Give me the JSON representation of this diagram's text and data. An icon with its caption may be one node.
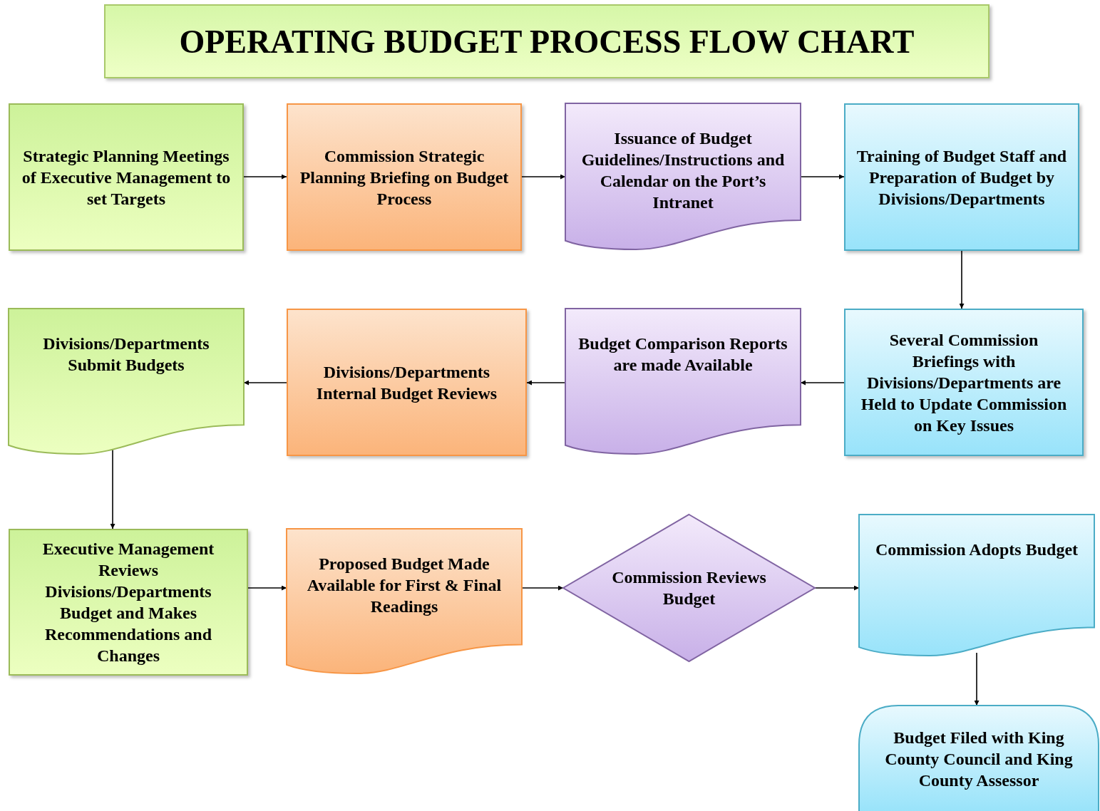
{
  "diagram": {
    "title": "OPERATING BUDGET PROCESS FLOW CHART",
    "nodes": [
      {
        "text": [
          "Strategic Planning Meetings of Executive Management to set Targets"
        ]
      },
      {
        "text": [
          "Commission Strategic Planning Briefing on Budget Process"
        ]
      },
      {
        "text": [
          "Issuance of Budget Guidelines/Instructions and Calendar on the Port’s Intranet"
        ]
      },
      {
        "text": [
          "Training of Budget Staff and Preparation of Budget by Divisions/Departments"
        ]
      },
      {
        "text": [
          "Several Commission Briefings with Divisions/Departments are Held to Update Commission on Key Issues"
        ]
      },
      {
        "text": [
          "Budget Comparison Reports are made Available"
        ]
      },
      {
        "text": [
          "Divisions/Departments Internal Budget Reviews"
        ]
      },
      {
        "text": [
          "Divisions/Departments Submit Budgets"
        ]
      },
      {
        "text": [
          "Executive Management Reviews Divisions/Departments Budget and Makes Recommendations and Changes"
        ]
      },
      {
        "text": [
          "Proposed Budget Made Available for First & Final Readings"
        ]
      },
      {
        "text": [
          "Commission Reviews Budget"
        ]
      },
      {
        "text": [
          "Commission Adopts Budget"
        ]
      },
      {
        "text": [
          "Budget Filed with King County Council and King County Assessor"
        ]
      }
    ],
    "edges": [
      {
        "from": 0,
        "to": 1,
        "arrow": "to"
      },
      {
        "from": 1,
        "to": 2,
        "arrow": "to"
      },
      {
        "from": 2,
        "to": 3,
        "arrow": "to"
      },
      {
        "from": 3,
        "to": 4,
        "arrow": "to"
      },
      {
        "from": 4,
        "to": 5,
        "arrow": "to"
      },
      {
        "from": 5,
        "to": 6,
        "arrow": "to"
      },
      {
        "from": 6,
        "to": 7,
        "arrow": "to"
      },
      {
        "from": 7,
        "to": 8,
        "arrow": "to"
      },
      {
        "from": 8,
        "to": 9,
        "arrow": "to"
      },
      {
        "from": 9,
        "to": 10,
        "arrow": "to"
      },
      {
        "from": 10,
        "to": 11,
        "arrow": "to"
      },
      {
        "from": 11,
        "to": 12,
        "arrow": "to"
      }
    ]
  }
}
